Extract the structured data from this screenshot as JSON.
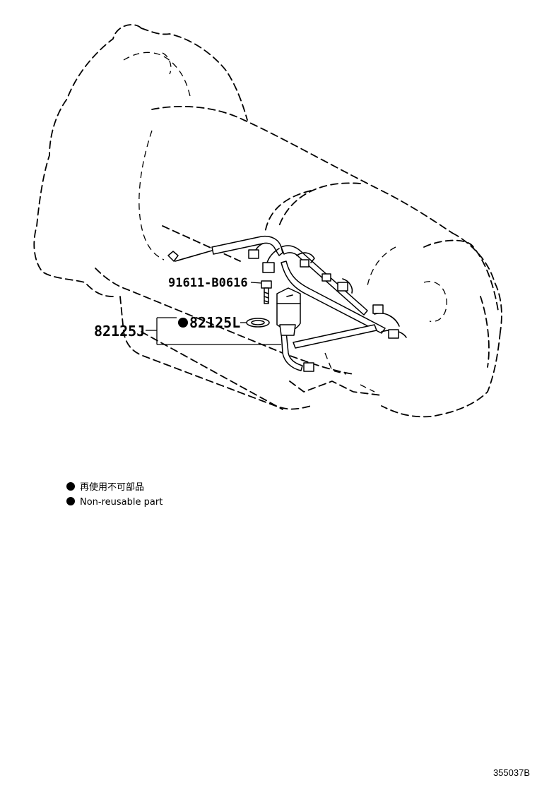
{
  "labels": {
    "bolt_part": "91611-B0616",
    "gasket_part": "82125L",
    "harness_part": "82125J"
  },
  "legend": {
    "line_jp": "再使用不可部品",
    "line_en": "Non-reusable part"
  },
  "diagram_code": "355037B"
}
